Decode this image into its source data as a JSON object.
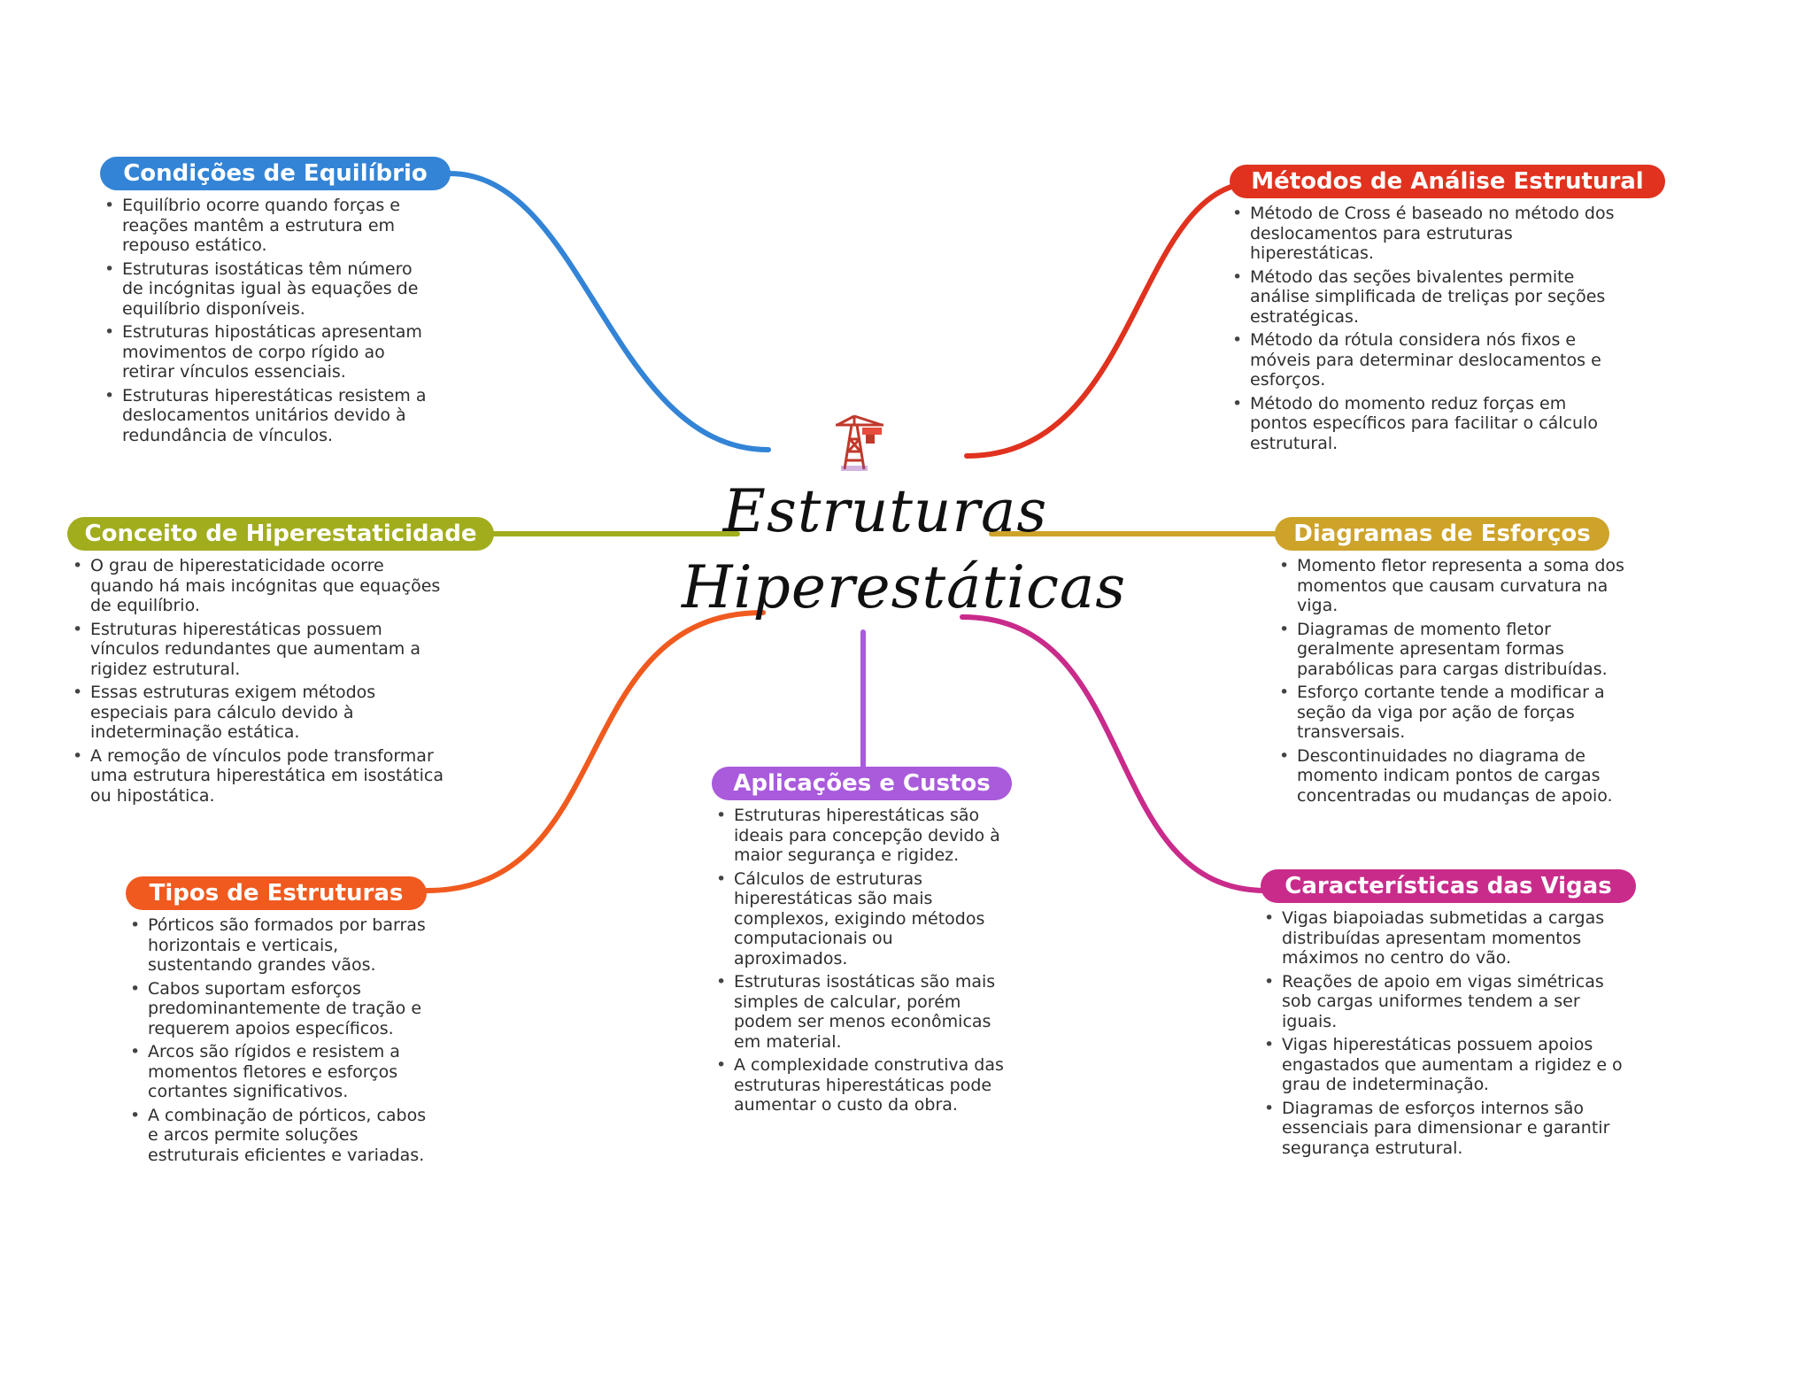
{
  "title": "Estruturas Hiperestáticas",
  "icon": "construction-crane-icon",
  "colors": {
    "equilibrio": "#3384d6",
    "hiper": "#a2ad1e",
    "tipos": "#f05a1f",
    "aplicacoes": "#a95bdb",
    "metodos": "#e0321e",
    "diagramas": "#cda329",
    "vigas": "#c92b8b"
  },
  "branches": {
    "equilibrio": {
      "label": "Condições de Equilíbrio",
      "items": [
        "Equilíbrio ocorre quando forças e reações mantêm a estrutura em repouso estático.",
        "Estruturas isostáticas têm número de incógnitas igual às equações de equilíbrio disponíveis.",
        "Estruturas hipostáticas apresentam movimentos de corpo rígido ao retirar vínculos essenciais.",
        "Estruturas hiperestáticas resistem a deslocamentos unitários devido à redundância de vínculos."
      ]
    },
    "hiper": {
      "label": "Conceito de Hiperestaticidade",
      "items": [
        "O grau de hiperestaticidade ocorre quando há mais incógnitas que equações de equilíbrio.",
        "Estruturas hiperestáticas possuem vínculos redundantes que aumentam a rigidez estrutural.",
        "Essas estruturas exigem métodos especiais para cálculo devido à indeterminação estática.",
        "A remoção de vínculos pode transformar uma estrutura hiperestática em isostática ou hipostática."
      ]
    },
    "tipos": {
      "label": "Tipos de Estruturas",
      "items": [
        "Pórticos são formados por barras horizontais e verticais, sustentando grandes vãos.",
        "Cabos suportam esforços predominantemente de tração e requerem apoios específicos.",
        "Arcos são rígidos e resistem a momentos fletores e esforços cortantes significativos.",
        "A combinação de pórticos, cabos e arcos permite soluções estruturais eficientes e variadas."
      ]
    },
    "aplicacoes": {
      "label": "Aplicações e Custos",
      "items": [
        "Estruturas hiperestáticas são ideais para concepção devido à maior segurança e rigidez.",
        "Cálculos de estruturas hiperestáticas são mais complexos, exigindo métodos computacionais ou aproximados.",
        "Estruturas isostáticas são mais simples de calcular, porém podem ser menos econômicas em material.",
        "A complexidade construtiva das estruturas hiperestáticas pode aumentar o custo da obra."
      ]
    },
    "metodos": {
      "label": "Métodos de Análise Estrutural",
      "items": [
        "Método de Cross é baseado no método dos deslocamentos para estruturas hiperestáticas.",
        "Método das seções bivalentes permite análise simplificada de treliças por seções estratégicas.",
        "Método da rótula considera nós fixos e móveis para determinar deslocamentos e esforços.",
        "Método do momento reduz forças em pontos específicos para facilitar o cálculo estrutural."
      ]
    },
    "diagramas": {
      "label": "Diagramas de Esforços",
      "items": [
        "Momento fletor representa a soma dos momentos que causam curvatura na viga.",
        "Diagramas de momento fletor geralmente apresentam formas parabólicas para cargas distribuídas.",
        "Esforço cortante tende a modificar a seção da viga por ação de forças transversais.",
        "Descontinuidades no diagrama de momento indicam pontos de cargas concentradas ou mudanças de apoio."
      ]
    },
    "vigas": {
      "label": "Características das Vigas",
      "items": [
        "Vigas biapoiadas submetidas a cargas distribuídas apresentam momentos máximos no centro do vão.",
        "Reações de apoio em vigas simétricas sob cargas uniformes tendem a ser iguais.",
        "Vigas hiperestáticas possuem apoios engastados que aumentam a rigidez e o grau de indeterminação.",
        "Diagramas de esforços internos são essenciais para dimensionar e garantir segurança estrutural."
      ]
    }
  }
}
